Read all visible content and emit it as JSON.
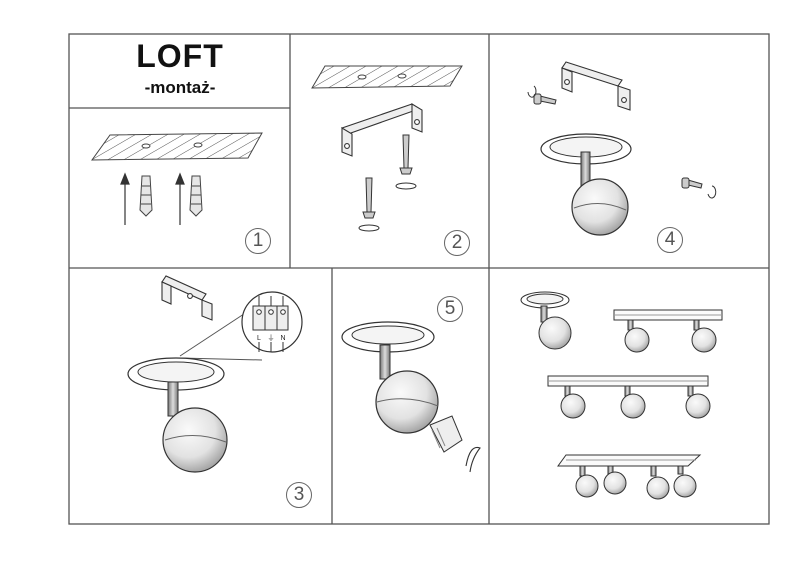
{
  "header": {
    "title": "LOFT",
    "subtitle": "-montaż-"
  },
  "steps": [
    {
      "number": "1"
    },
    {
      "number": "2"
    },
    {
      "number": "3"
    },
    {
      "number": "4"
    },
    {
      "number": "5"
    }
  ],
  "wiring": {
    "terminal_labels": [
      "L",
      "⏚",
      "N"
    ]
  },
  "colors": {
    "line": "#333333",
    "frame": "#555555",
    "shade": "#9a9a9a"
  }
}
